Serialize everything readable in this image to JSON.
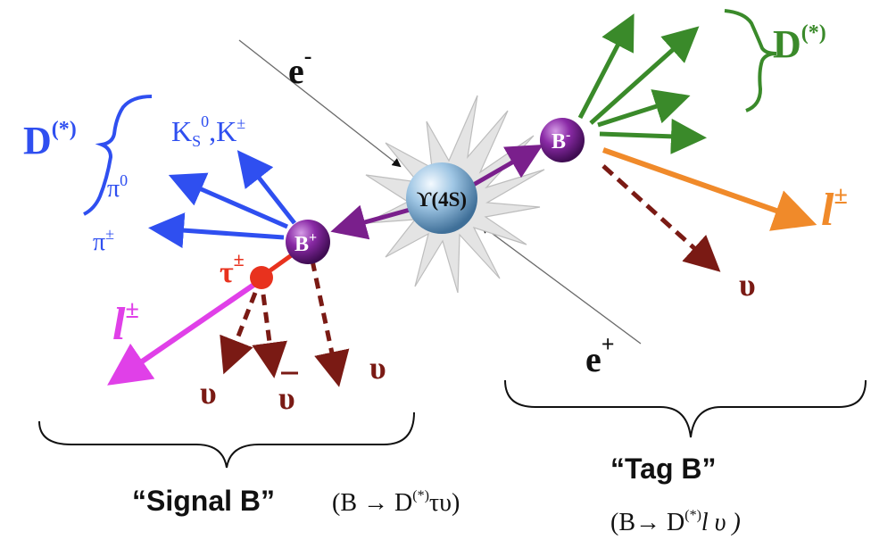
{
  "labels": {
    "e_minus": "e",
    "e_minus_sup": "-",
    "e_plus": "e",
    "e_plus_sup": "+",
    "upsilon": "ϒ(4S)",
    "b_minus": "B",
    "b_minus_sup": "-",
    "b_plus": "B",
    "b_plus_sup": "+",
    "d_star_tag": "D",
    "d_star_tag_sup": "(*)",
    "d_star_signal": "D",
    "d_star_signal_sup": "(*)",
    "ks_k": "K",
    "ks_sub": "S",
    "ks_sup": "0",
    "k_pm": ",K",
    "k_pm_sup": "±",
    "pi0": "π",
    "pi0_sup": "0",
    "pi_pm": "π",
    "pi_pm_sup": "±",
    "tau": "τ",
    "tau_sup": "±",
    "lepton_tag": "l",
    "lepton_tag_sup": "±",
    "lepton_signal": "l",
    "lepton_signal_sup": "±",
    "nu_tag": "υ",
    "nu_signal_1": "υ",
    "nu_bar": "υ",
    "nu_signal_2": "υ",
    "signal_b_title": "“Signal B”",
    "signal_b_decay": "(B → D",
    "signal_b_decay_sup": "(*)",
    "signal_b_decay_end": "τυ)",
    "tag_b_title": "“Tag B”",
    "tag_b_decay": "(B→ D",
    "tag_b_decay_sup": "(*)",
    "tag_b_decay_end": "l υ )"
  },
  "colors": {
    "green": "#3a8a2a",
    "blue": "#2f4ff0",
    "purple": "#7a1f8c",
    "orange": "#f08a2a",
    "darkred": "#7a1a14",
    "magenta": "#e040e8",
    "red": "#e8321e",
    "black": "#111111"
  }
}
